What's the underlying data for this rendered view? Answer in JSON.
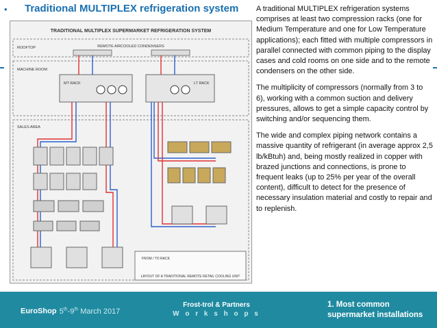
{
  "slide": {
    "bullet": "•",
    "title": "Traditional MULTIPLEX  refrigeration system"
  },
  "diagram": {
    "title": "TRADITIONAL MULTIPLEX SUPERMARKET REFRIGERATION SYSTEM",
    "rooftop": "ROOFTOP",
    "condensers": "REMOTE AIRCOOLED CONDENSERS",
    "machine_room": "MACHINE ROOM",
    "mt_rack": "MT RACK",
    "lt_rack": "LT RACK",
    "sales_area": "SALES AREA",
    "from_to_rack": "FROM / TO RACK",
    "caption": "LAYOUT OF A TRADITIONAL REMOTE RETAIL COOLING UNIT"
  },
  "paragraphs": [
    "A traditional MULTIPLEX refrigeration systems comprises at least two compression racks (one for Medium Temperature and one for Low Temperature applications); each fitted with multiple compressors in parallel connected with common piping to the display cases and cold rooms on one side and to the remote condensers on the other side.",
    "The multiplicity of compressors (normally from 3 to 6), working with a common suction and delivery pressures, allows to get a simple capacity control by switching and/or sequencing them.",
    "The wide and complex piping network contains a massive quantity of refrigerant (in average approx 2,5 lb/kBtuh) and, being mostly realized  in copper with brazed junctions and connections, is prone to frequent leaks (up to 25% per year of the overall content), difficult to detect for the presence of necessary insulation material and costly to repair and to replenish."
  ],
  "footer": {
    "event": "EuroShop",
    "date_day1": "5",
    "date_sup1": "th",
    "date_mid": "-9",
    "date_sup2": "th",
    "date_rest": " March 2017",
    "org_line1": "Frost-trol & Partners",
    "org_line2": "W o r k s h o p s",
    "topic": "1. Most common supermarket installations"
  },
  "colors": {
    "accent": "#1a6fb0",
    "footer_bg": "#1f8aa0",
    "pipe_red": "#e03030",
    "pipe_blue": "#2b5fcc"
  }
}
